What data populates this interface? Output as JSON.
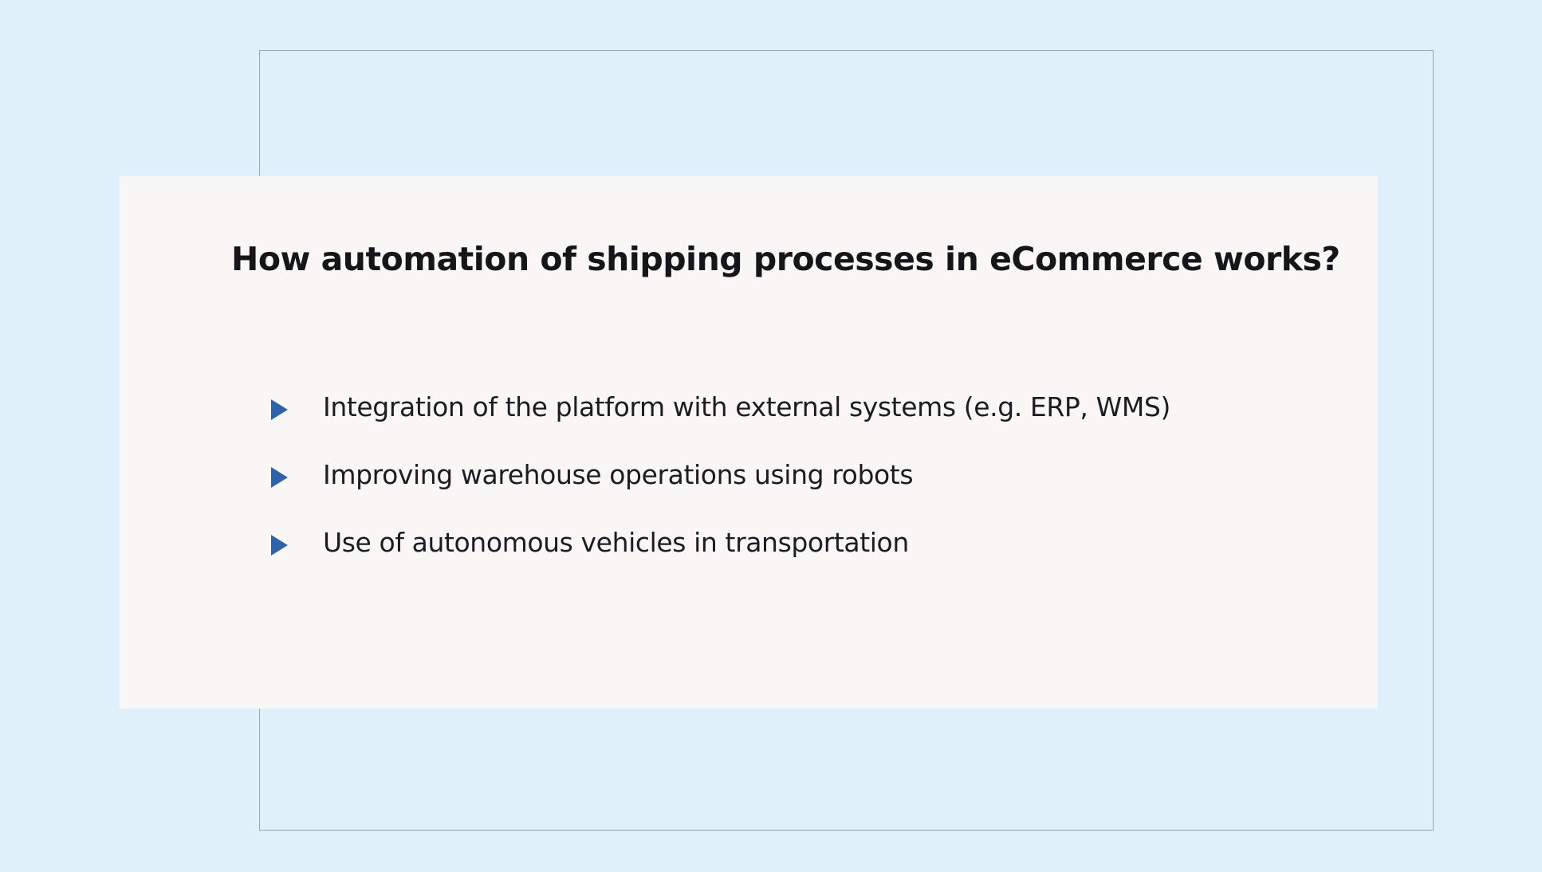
{
  "slide": {
    "title": "How automation of shipping processes in eCommerce works?",
    "bullets": [
      "Integration of the platform with external systems (e.g. ERP, WMS)",
      "Improving warehouse operations using robots",
      "Use of autonomous vehicles in transportation"
    ]
  },
  "colors": {
    "background": "#e0f0fa",
    "card": "#f9f7f6",
    "bullet_arrow": "#2e63ab",
    "text": "#16161a"
  },
  "icons": {
    "bullet": "play-arrow-icon"
  }
}
